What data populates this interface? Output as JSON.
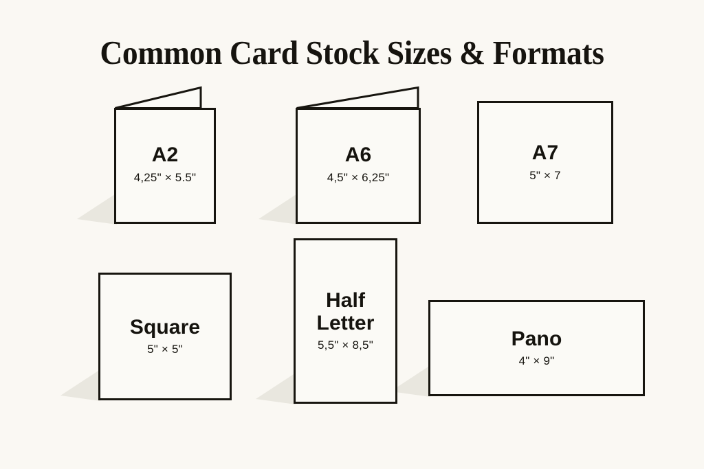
{
  "poster": {
    "title": "Common Card Stock Sizes & Formats",
    "background_color": "#faf8f3",
    "card_fill_color": "#fbfaf6",
    "ink_color": "#17150f",
    "shadow_color": "#e9e7df"
  },
  "cards": [
    {
      "name": "A2",
      "dimensions": "4,25\" × 5.5\"",
      "folded": true
    },
    {
      "name": "A6",
      "dimensions": "4,5\" × 6,25\"",
      "folded": true
    },
    {
      "name": "A7",
      "dimensions": "5\" × 7",
      "folded": false
    },
    {
      "name": "Square",
      "dimensions": "5\" × 5\"",
      "folded": false
    },
    {
      "name": "Half\nLetter",
      "dimensions": "5,5\" × 8,5\"",
      "folded": false
    },
    {
      "name": "Pano",
      "dimensions": "4\" × 9\"",
      "folded": false
    }
  ]
}
